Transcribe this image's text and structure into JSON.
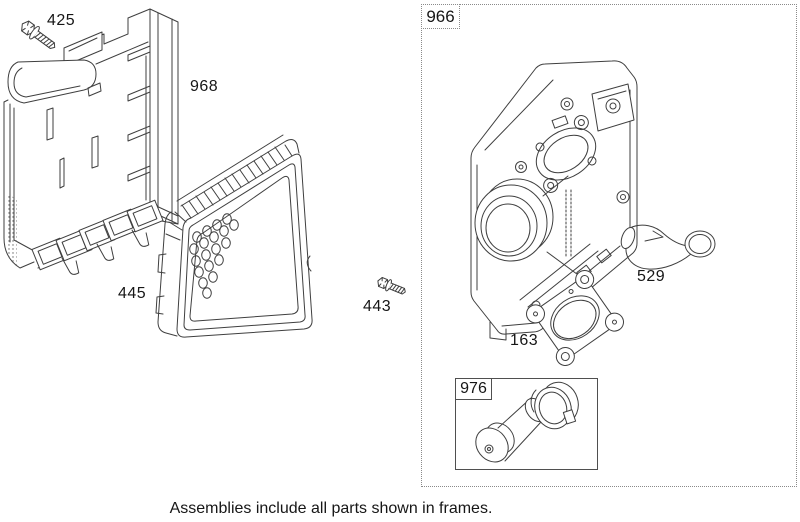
{
  "diagram": {
    "caption": "Assemblies include all parts shown in frames.",
    "frames": {
      "main": {
        "label": "966"
      },
      "breather": {
        "label": "976"
      }
    },
    "labels": {
      "screw_425": "425",
      "base_968": "968",
      "filter_445": "445",
      "screw_443": "443",
      "elbow_529": "529",
      "gasket_163": "163"
    },
    "colors": {
      "line": "#3f3f3f",
      "text": "#161616",
      "background": "#ffffff",
      "frame_dotted": "#8a8a8a",
      "frame_solid": "#4f4f4f"
    }
  }
}
